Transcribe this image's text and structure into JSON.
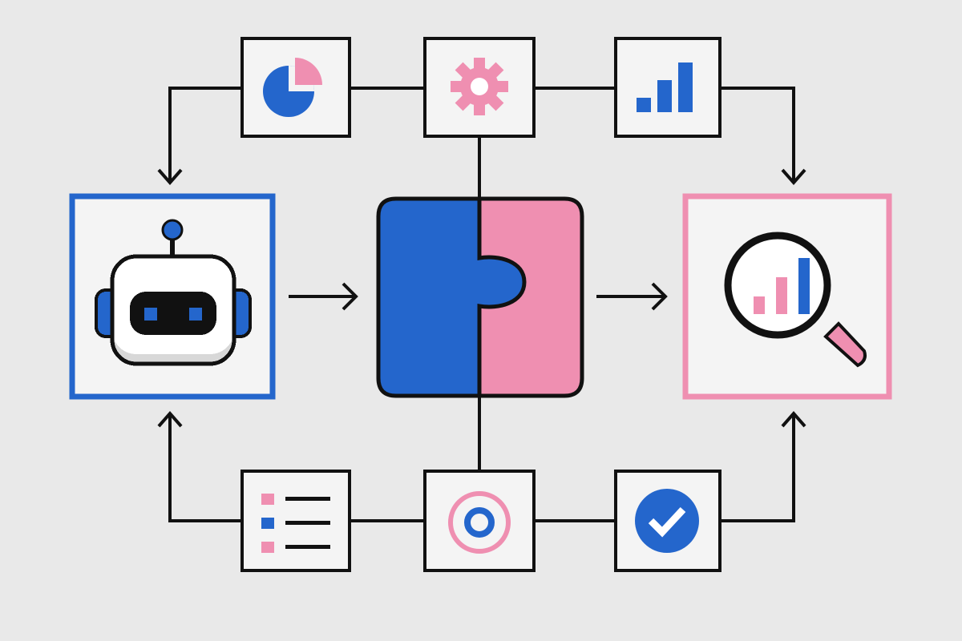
{
  "colors": {
    "background": "#e9e9e9",
    "tile_fill": "#f4f4f4",
    "ink": "#111111",
    "blue": "#2466cc",
    "pink": "#ef8fb1",
    "white": "#ffffff",
    "gray": "#d8d8d8"
  },
  "nodes": [
    {
      "id": "robot",
      "icon": "robot-icon",
      "accent": "blue"
    },
    {
      "id": "puzzle",
      "icon": "puzzle-icon",
      "accent": "blue-pink"
    },
    {
      "id": "analysis",
      "icon": "magnifier-chart-icon",
      "accent": "pink"
    },
    {
      "id": "top-pie",
      "icon": "pie-chart-icon"
    },
    {
      "id": "top-gear",
      "icon": "gear-icon"
    },
    {
      "id": "top-bars",
      "icon": "bar-chart-icon"
    },
    {
      "id": "bottom-list",
      "icon": "checklist-icon"
    },
    {
      "id": "bottom-target",
      "icon": "target-icon"
    },
    {
      "id": "bottom-check",
      "icon": "check-badge-icon"
    }
  ],
  "edges": [
    {
      "from": "top-pie",
      "to": "robot",
      "direction": "down"
    },
    {
      "from": "top-bars",
      "to": "analysis",
      "direction": "down"
    },
    {
      "from": "bottom-list",
      "to": "robot",
      "direction": "up"
    },
    {
      "from": "bottom-check",
      "to": "analysis",
      "direction": "up"
    },
    {
      "from": "robot",
      "to": "puzzle",
      "direction": "right"
    },
    {
      "from": "puzzle",
      "to": "analysis",
      "direction": "right"
    },
    {
      "from": "top-gear",
      "to": "puzzle",
      "direction": "down"
    },
    {
      "from": "bottom-target",
      "to": "puzzle",
      "direction": "up"
    }
  ]
}
